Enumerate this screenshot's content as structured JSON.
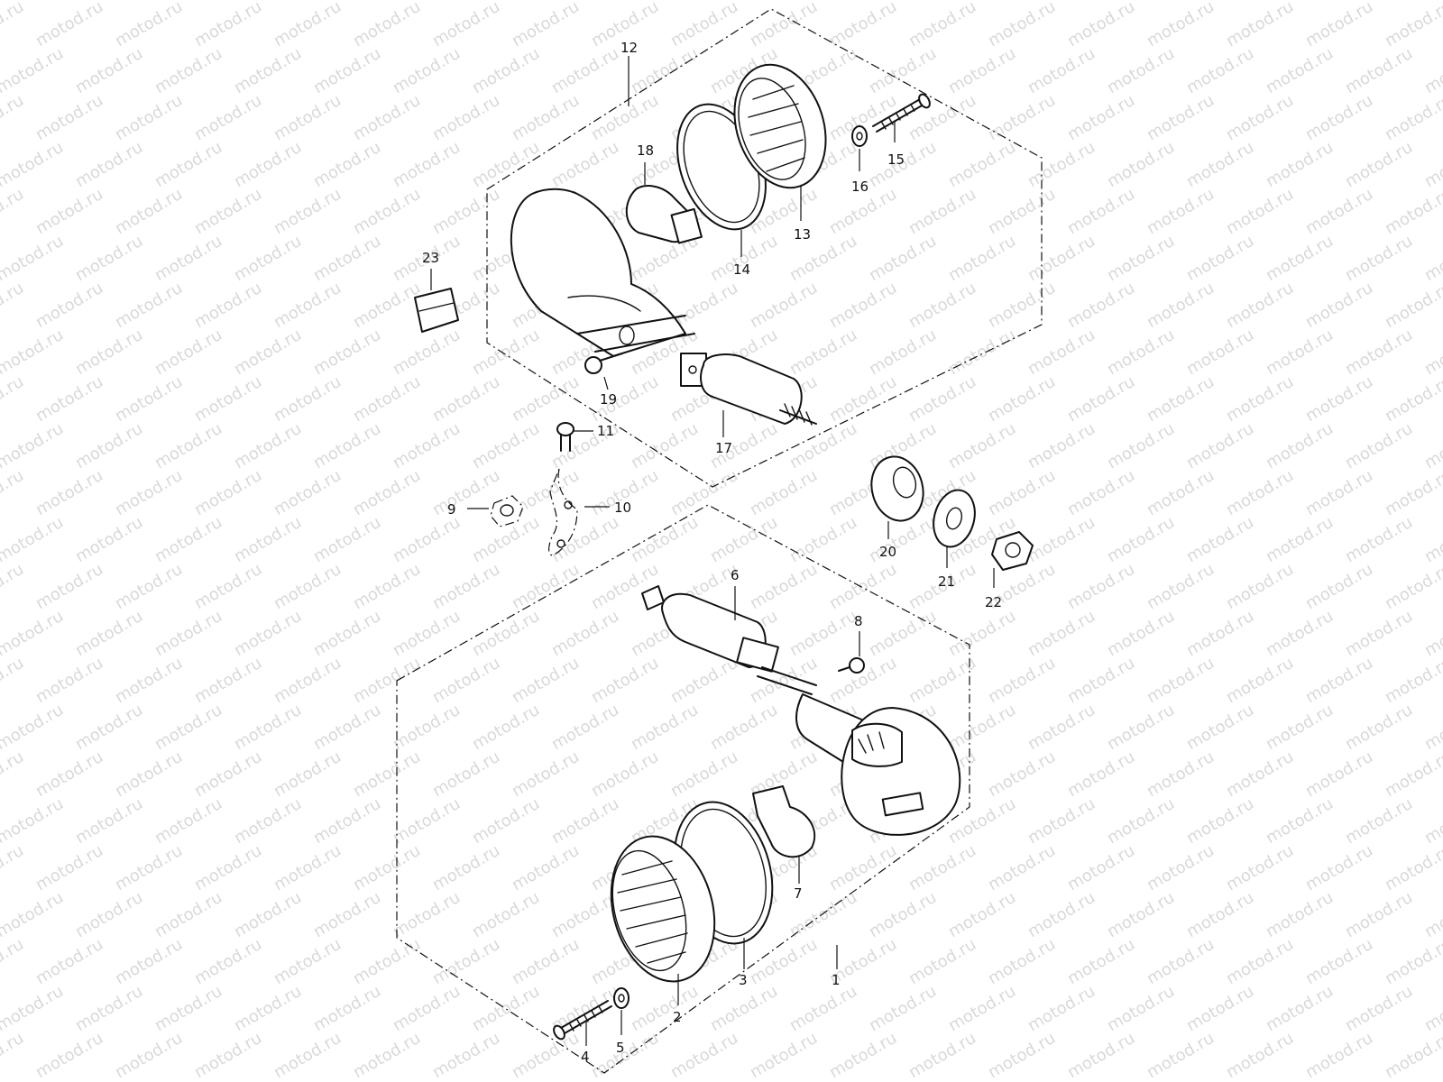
{
  "watermark": {
    "text": "motod.ru"
  },
  "callouts": {
    "c1": "1",
    "c2": "2",
    "c3": "3",
    "c4": "4",
    "c5": "5",
    "c6": "6",
    "c7": "7",
    "c8": "8",
    "c9": "9",
    "c10": "10",
    "c11": "11",
    "c12": "12",
    "c13": "13",
    "c14": "14",
    "c15": "15",
    "c16": "16",
    "c17": "17",
    "c18": "18",
    "c19": "19",
    "c20": "20",
    "c21": "21",
    "c22": "22",
    "c23": "23"
  },
  "colors": {
    "line": "#111111",
    "watermark": "#d9d9d9",
    "background": "#ffffff"
  }
}
